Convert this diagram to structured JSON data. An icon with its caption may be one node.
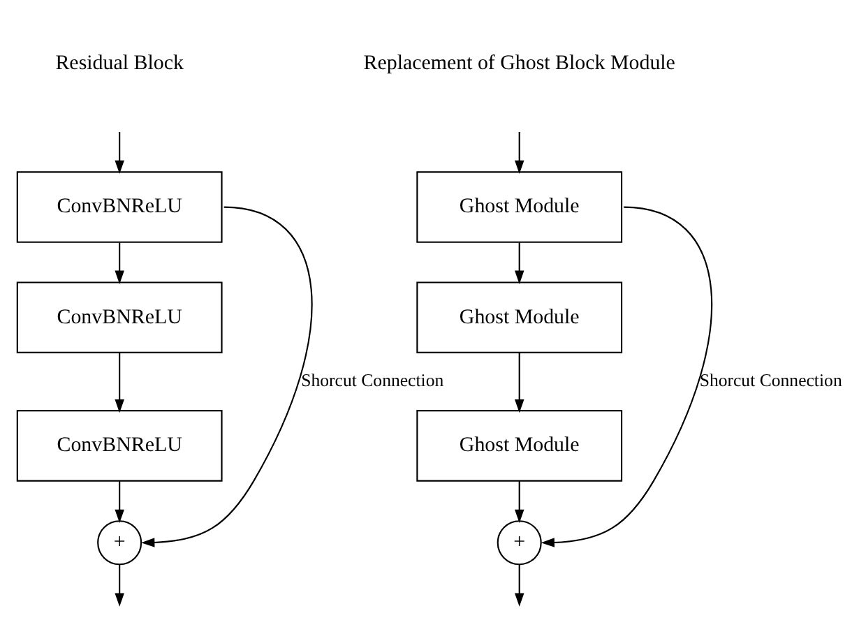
{
  "diagram": {
    "nodes": [
      {
        "text": [
          "ConvBNReLU"
        ]
      },
      {
        "text": [
          "ConvBNReLU"
        ]
      },
      {
        "text": [
          "ConvBNReLU"
        ]
      },
      {
        "text": [
          "+"
        ]
      },
      {
        "text": [
          "Ghost Module"
        ]
      },
      {
        "text": [
          "Ghost Module"
        ]
      },
      {
        "text": [
          "Ghost Module"
        ]
      },
      {
        "text": [
          "+"
        ]
      }
    ],
    "edges": [
      {
        "from": null,
        "to": 0,
        "arrow": "to"
      },
      {
        "from": 0,
        "to": 1,
        "arrow": "to"
      },
      {
        "from": 1,
        "to": 2,
        "arrow": "to"
      },
      {
        "from": 2,
        "to": 3,
        "arrow": "to"
      },
      {
        "from": 0,
        "to": 3,
        "arrow": "to",
        "label": "Shorcut Connection"
      },
      {
        "from": 3,
        "to": null,
        "arrow": "to"
      },
      {
        "from": null,
        "to": 4,
        "arrow": "to"
      },
      {
        "from": 4,
        "to": 5,
        "arrow": "to"
      },
      {
        "from": 5,
        "to": 6,
        "arrow": "to"
      },
      {
        "from": 6,
        "to": 7,
        "arrow": "to"
      },
      {
        "from": 4,
        "to": 7,
        "arrow": "to",
        "label": "Shorcut Connection"
      },
      {
        "from": 7,
        "to": null,
        "arrow": "to"
      }
    ],
    "labels": [
      "Residual Block",
      "Replacement of Ghost Block Module"
    ]
  }
}
